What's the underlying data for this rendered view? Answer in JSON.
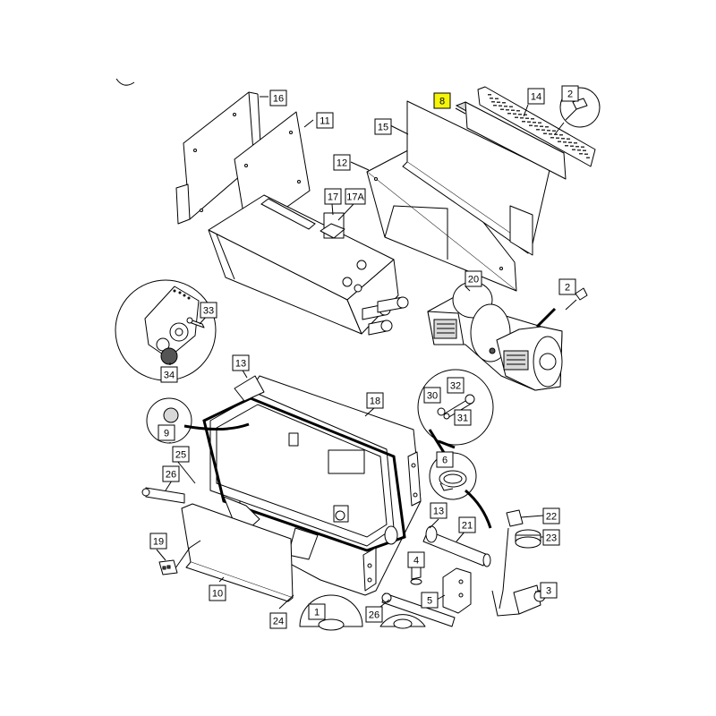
{
  "callouts": [
    {
      "id": "c16",
      "text": "16"
    },
    {
      "id": "c11",
      "text": "11"
    },
    {
      "id": "c8",
      "text": "8",
      "highlight": true
    },
    {
      "id": "c14",
      "text": "14"
    },
    {
      "id": "c2a",
      "text": "2"
    },
    {
      "id": "c15",
      "text": "15"
    },
    {
      "id": "c12",
      "text": "12"
    },
    {
      "id": "c17",
      "text": "17"
    },
    {
      "id": "c17a",
      "text": "17A"
    },
    {
      "id": "c20",
      "text": "20"
    },
    {
      "id": "c2b",
      "text": "2"
    },
    {
      "id": "c33",
      "text": "33"
    },
    {
      "id": "c34",
      "text": "34"
    },
    {
      "id": "c13a",
      "text": "13"
    },
    {
      "id": "c18",
      "text": "18"
    },
    {
      "id": "c32",
      "text": "32"
    },
    {
      "id": "c30",
      "text": "30"
    },
    {
      "id": "c31",
      "text": "31"
    },
    {
      "id": "c9",
      "text": "9"
    },
    {
      "id": "c25",
      "text": "25"
    },
    {
      "id": "c26a",
      "text": "26"
    },
    {
      "id": "c6",
      "text": "6"
    },
    {
      "id": "c13b",
      "text": "13"
    },
    {
      "id": "c21",
      "text": "21"
    },
    {
      "id": "c22",
      "text": "22"
    },
    {
      "id": "c23",
      "text": "23"
    },
    {
      "id": "c19",
      "text": "19"
    },
    {
      "id": "c4",
      "text": "4"
    },
    {
      "id": "c10",
      "text": "10"
    },
    {
      "id": "c5",
      "text": "5"
    },
    {
      "id": "c3",
      "text": "3"
    },
    {
      "id": "c1",
      "text": "1"
    },
    {
      "id": "c26b",
      "text": "26"
    },
    {
      "id": "c24",
      "text": "24"
    }
  ],
  "colors": {
    "highlight": "#f5f50a",
    "line": "#000000",
    "background": "#ffffff"
  }
}
